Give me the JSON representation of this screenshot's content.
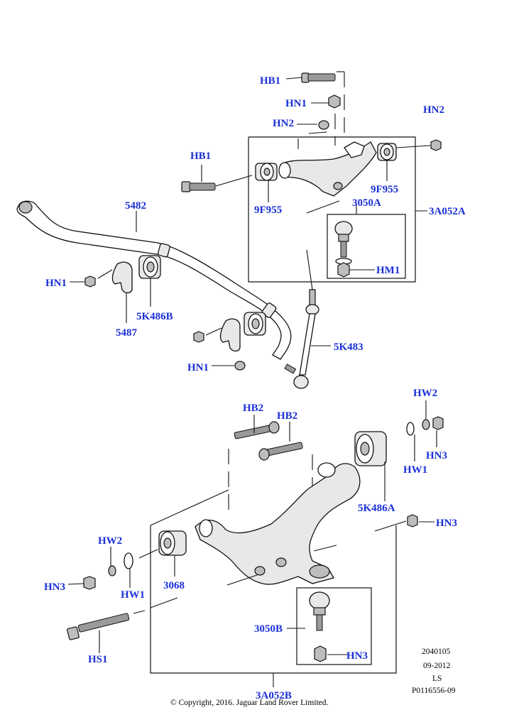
{
  "labels": {
    "hb1_top": "HB1",
    "hn1_top": "HN1",
    "hn2_top": "HN2",
    "hn2_right": "HN2",
    "hb1_mid": "HB1",
    "p9f955_right": "9F955",
    "p9f955_left": "9F955",
    "p5482": "5482",
    "p3050a": "3050A",
    "p3a052a": "3A052A",
    "hm1": "HM1",
    "hn1_left": "HN1",
    "p5k486b": "5K486B",
    "p5487": "5487",
    "p5k483": "5K483",
    "hn1_low": "HN1",
    "hb2_a": "HB2",
    "hb2_b": "HB2",
    "hw2_right": "HW2",
    "hw1_right": "HW1",
    "hn3_right": "HN3",
    "p5k486a": "5K486A",
    "hn3_mid": "HN3",
    "hw2_left": "HW2",
    "hn3_left": "HN3",
    "hw1_left": "HW1",
    "p3068": "3068",
    "p3050b": "3050B",
    "hn3_box": "HN3",
    "hs1": "HS1",
    "p3a052b": "3A052B"
  },
  "meta": {
    "code": "2040105",
    "date": "09-2012",
    "ls": "LS",
    "ref": "P0116556-09",
    "copyright": "© Copyright, 2016. Jaguar Land Rover Limited."
  },
  "colors": {
    "label": "#1a2fd6",
    "line": "#111111"
  }
}
